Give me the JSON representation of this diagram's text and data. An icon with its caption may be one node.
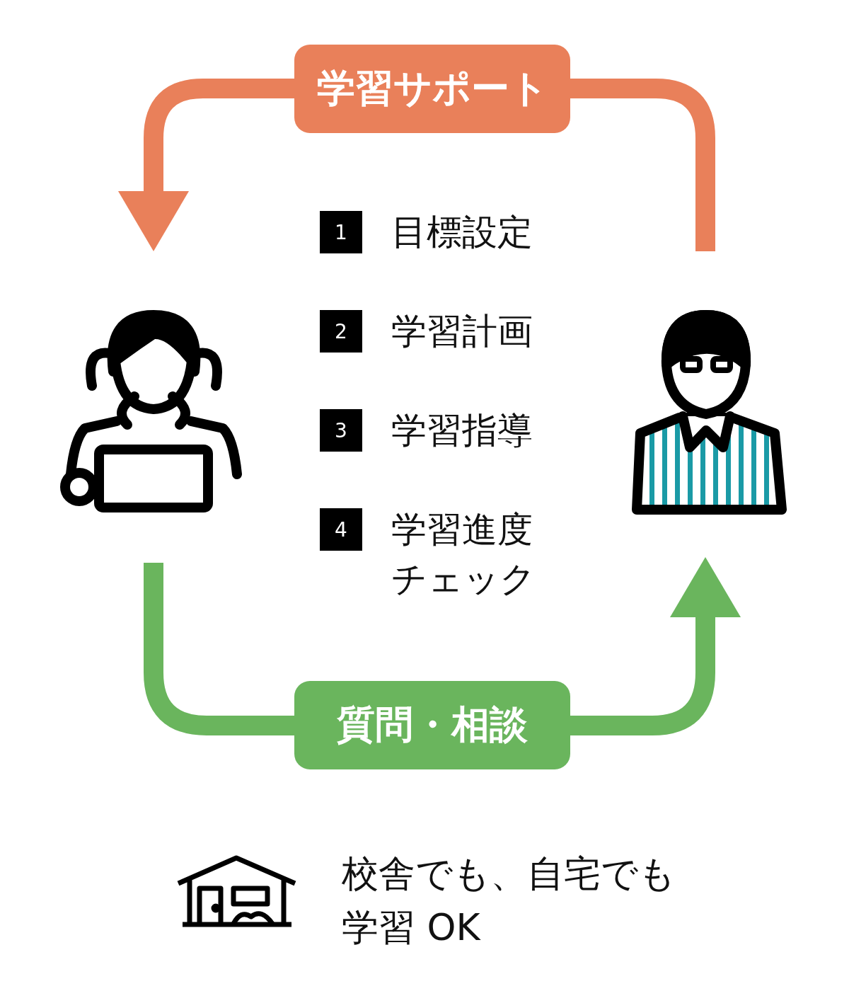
{
  "diagram": {
    "nodes": [
      {
        "text": [],
        "shape": "person"
      },
      {
        "text": [],
        "shape": "person"
      },
      {
        "text": [
          "学習サポート"
        ]
      },
      {
        "text": [
          "質問・相談"
        ]
      },
      {
        "text": [
          "1"
        ],
        "beside": [
          "目標設定"
        ]
      },
      {
        "text": [
          "2"
        ],
        "beside": [
          "学習計画"
        ]
      },
      {
        "text": [
          "3"
        ],
        "beside": [
          "学習指導"
        ]
      },
      {
        "text": [
          "4"
        ],
        "beside": [
          "学習進度チェック"
        ]
      }
    ],
    "edges": [
      {
        "from": 1,
        "to": 2,
        "arrow": "none",
        "color": "#e9805a"
      },
      {
        "from": 2,
        "to": 0,
        "arrow": "to",
        "color": "#e9805a"
      },
      {
        "from": 0,
        "to": 3,
        "arrow": "none",
        "color": "#6ab55d"
      },
      {
        "from": 3,
        "to": 1,
        "arrow": "to",
        "color": "#6ab55d"
      }
    ],
    "labels": [
      "校舎でも、自宅でも学習 OK"
    ]
  }
}
